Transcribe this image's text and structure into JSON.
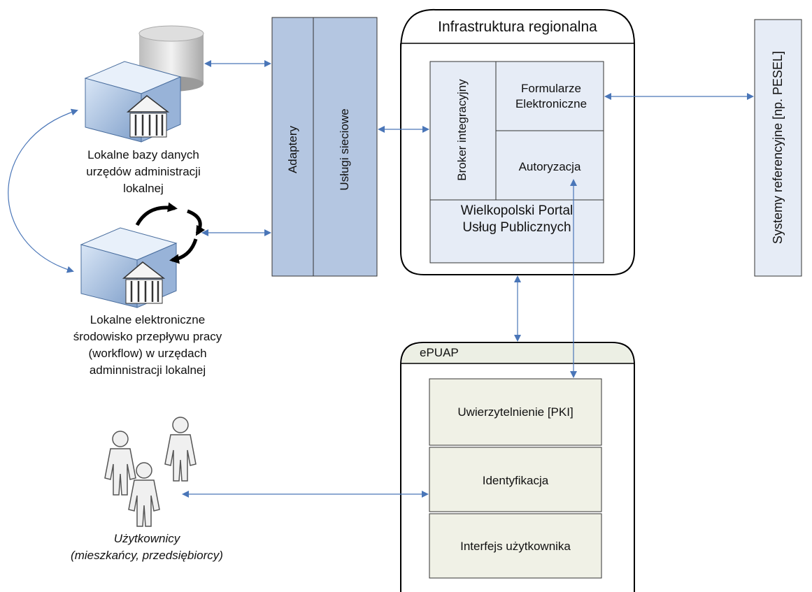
{
  "region": {
    "title": "Infrastruktura regionalna",
    "broker": "Broker integracyjny",
    "formularze": "Formularze Elektroniczne",
    "autoryzacja": "Autoryzacja",
    "portal": "Wielkopolski Portal Usług Publicznych"
  },
  "adapters": {
    "adaptery": "Adaptery",
    "uslugi": "Usługi sieciowe"
  },
  "reference": {
    "label": "Systemy referencyjne [np. PESEL]"
  },
  "local": {
    "db_caption": "Lokalne bazy danych urzędów administracji lokalnej",
    "workflow_caption": "Lokalne elektroniczne środowisko przepływu pracy (workflow) w urzędach adminnistracji lokalnej"
  },
  "epuap": {
    "title": "ePUAP",
    "layers": [
      "Uwierzytelnienie [PKI]",
      "Identyfikacja",
      "Interfejs użytkownika"
    ]
  },
  "users": {
    "title": "Użytkownicy",
    "subtitle": "(mieszkańcy, przedsiębiorcy)"
  },
  "colors": {
    "arrow": "#4a76b8",
    "panel": "#e6ecf6",
    "column": "#b4c6e1",
    "epuap_band": "#ecefe4",
    "epuap_layer": "#f0f1e6"
  }
}
